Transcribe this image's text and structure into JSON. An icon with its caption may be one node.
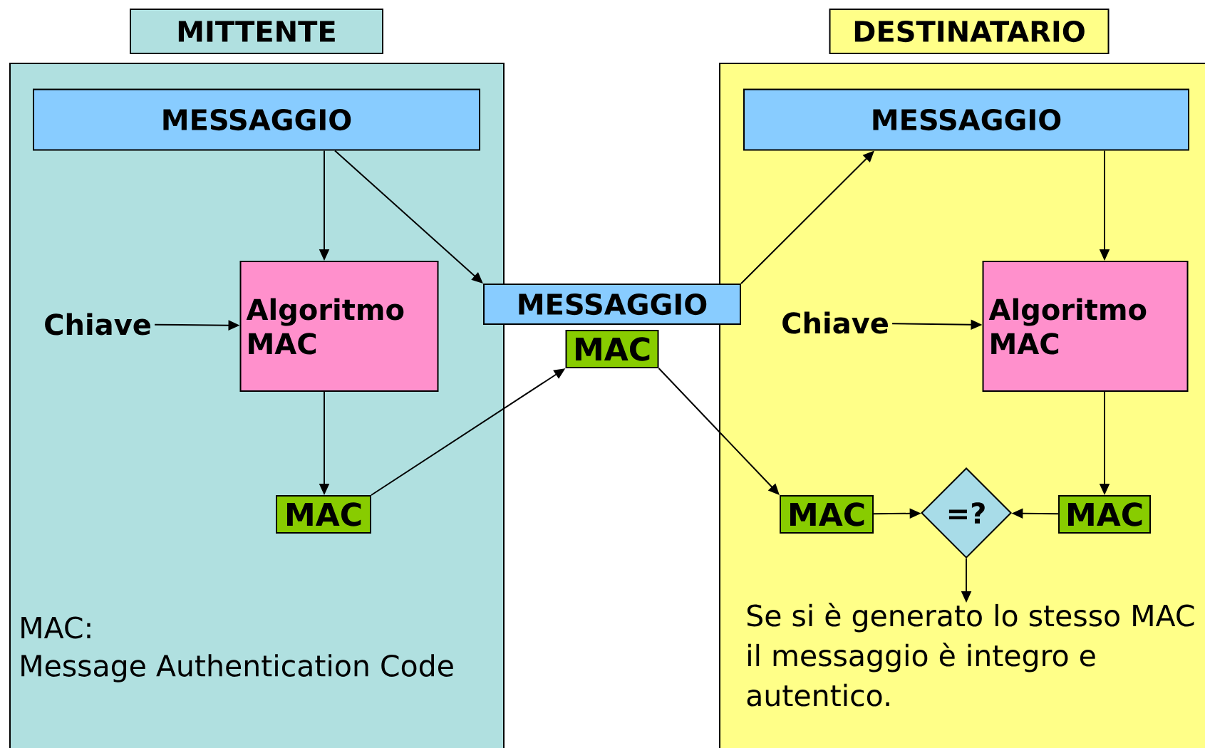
{
  "diagram": {
    "nodes": [
      {
        "text": [
          "MITTENTE"
        ]
      },
      {
        "text": [
          "MESSAGGIO"
        ],
        "in": 0
      },
      {
        "text": [
          "Chiave"
        ],
        "in": 0
      },
      {
        "text": [
          "Algoritmo MAC"
        ],
        "in": 0
      },
      {
        "text": [
          "MAC"
        ],
        "in": 0
      },
      {
        "text": [
          "MESSAGGIO"
        ]
      },
      {
        "text": [
          "MAC"
        ]
      },
      {
        "text": [
          "DESTINATARIO"
        ]
      },
      {
        "text": [
          "MESSAGGIO"
        ],
        "in": 7
      },
      {
        "text": [
          "Chiave"
        ],
        "in": 7
      },
      {
        "text": [
          "Algoritmo MAC"
        ],
        "in": 7
      },
      {
        "text": [
          "MAC"
        ],
        "in": 7
      },
      {
        "text": [
          "=?"
        ],
        "in": 7
      },
      {
        "text": [
          "MAC"
        ],
        "in": 7
      },
      {
        "text": [
          "Se si è generato lo stesso MAC il messaggio è integro e autentico."
        ],
        "in": 7
      }
    ],
    "edges": [
      {
        "from": 1,
        "to": 3,
        "arrow": "to"
      },
      {
        "from": 1,
        "to": 5,
        "arrow": "to"
      },
      {
        "from": 2,
        "to": 3,
        "arrow": "to"
      },
      {
        "from": 3,
        "to": 4,
        "arrow": "to"
      },
      {
        "from": 4,
        "to": 6,
        "arrow": "to"
      },
      {
        "from": 5,
        "to": 8,
        "arrow": "to"
      },
      {
        "from": 8,
        "to": 10,
        "arrow": "to"
      },
      {
        "from": 9,
        "to": 10,
        "arrow": "to"
      },
      {
        "from": 6,
        "to": 11,
        "arrow": "to"
      },
      {
        "from": 10,
        "to": 13,
        "arrow": "to"
      },
      {
        "from": 11,
        "to": 12,
        "arrow": "to"
      },
      {
        "from": 13,
        "to": 12,
        "arrow": "to"
      },
      {
        "from": 12,
        "to": 14,
        "arrow": "to"
      }
    ],
    "labels": [
      "MAC:",
      "Message Authentication Code"
    ]
  }
}
